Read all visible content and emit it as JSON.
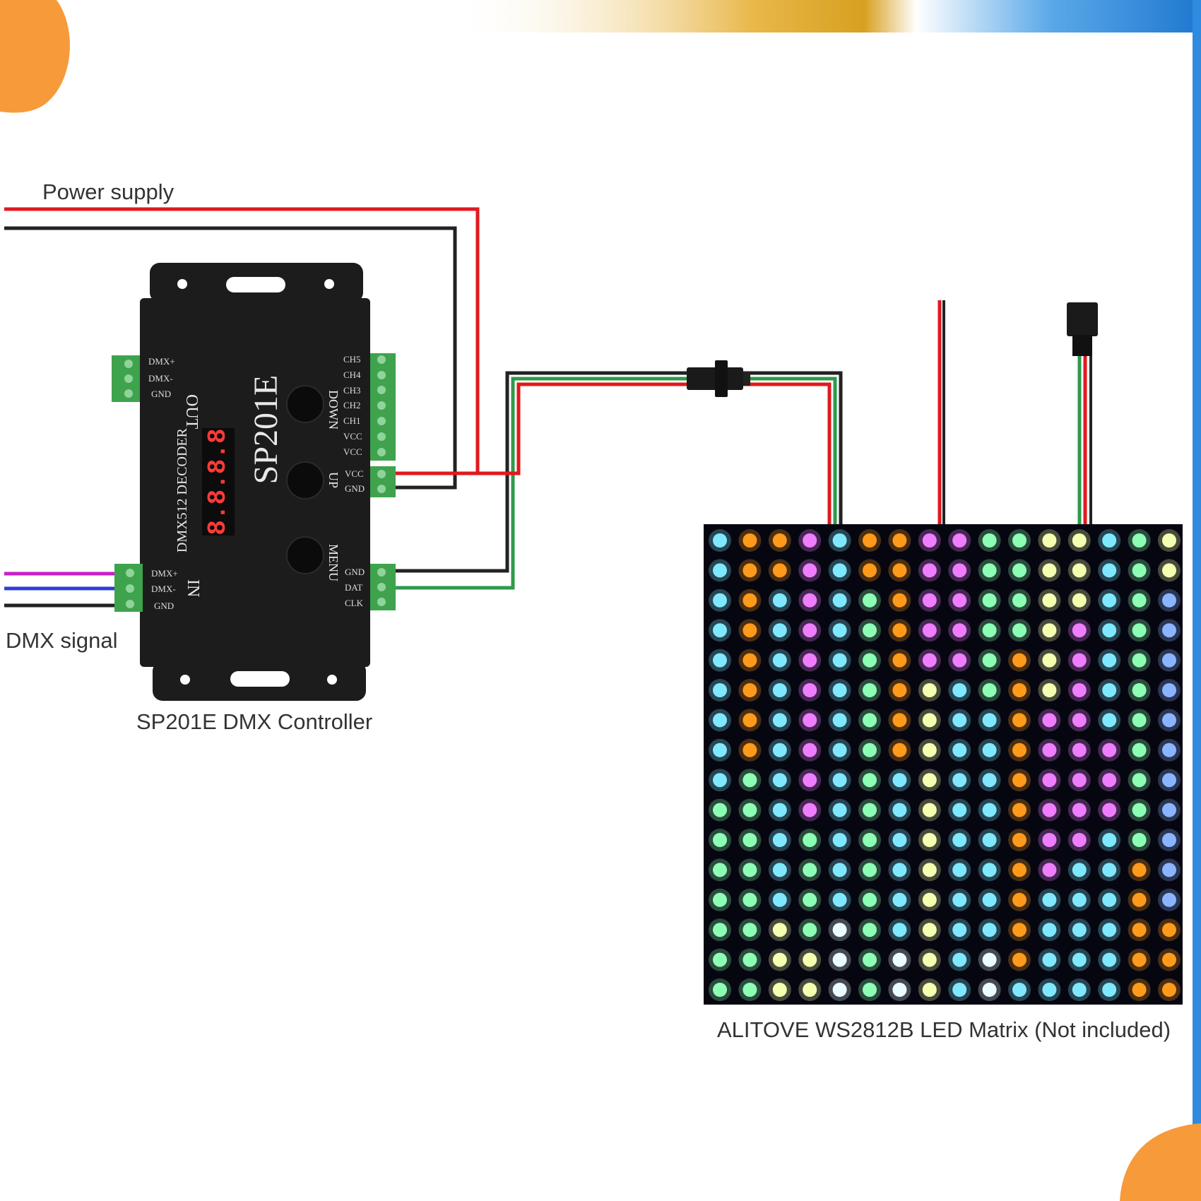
{
  "labels": {
    "power_supply": "Power supply",
    "dmx_signal": "DMX signal",
    "controller_caption": "SP201E DMX Controller",
    "matrix_caption": "ALITOVE WS2812B LED Matrix (Not included)"
  },
  "controller": {
    "model": "SP201E",
    "subtitle": "DMX512 DECODER",
    "display": "8.8.8.8",
    "out_label": "OUT",
    "in_label": "IN",
    "down_label": "DOWN",
    "up_label": "UP",
    "menu_label": "MENU",
    "out_pins": [
      "DMX+",
      "DMX-",
      "GND"
    ],
    "in_pins": [
      "DMX+",
      "DMX-",
      "GND"
    ],
    "ch_pins": [
      "CH5",
      "CH4",
      "CH3",
      "CH2",
      "CH1",
      "VCC",
      "VCC"
    ],
    "power_pins": [
      "VCC",
      "GND"
    ],
    "signal_pins": [
      "GND",
      "DAT",
      "CLK"
    ]
  },
  "colors": {
    "power_positive": "#e0191e",
    "ground": "#222222",
    "data": "#2e9a4a",
    "dmx_pink": "#c81fc8",
    "dmx_blue": "#2b3fd8",
    "controller_body": "#1c1c1c",
    "terminal_green": "#3fa34d",
    "display_red": "#ff3a3a",
    "matrix_bg": "#060610",
    "accent_orange": "#f79a3a",
    "accent_blue": "#2f8ae0"
  },
  "matrix": {
    "rows": 16,
    "cols": 16,
    "led_colors": {
      "c": "#7fe8ff",
      "o": "#ff9a1a",
      "p": "#ee7dff",
      "g": "#8dffb5",
      "y": "#f5ffb0",
      "w": "#eafcff",
      "b": "#8ab4ff"
    },
    "column_patterns": [
      "cccccccccggggggg",
      "oooooooogggggggg",
      "oocccccccccccyyy",
      "ppppppppppggggyy",
      "cccccccccccccwww",
      "oogggggggggggggg",
      "ooooooooccccccww",
      "pppppyyyyyyyyyyy",
      "pppppccccccccccc",
      "ggggggccccccccww",
      "ggggoooooooooooc",
      "yyyyyyppppppcccc",
      "yyyppppppppccccc",
      "cccccccpppcccccc",
      "gggggggggggooooo",
      "yybbbbbbbbbbbooo"
    ]
  }
}
